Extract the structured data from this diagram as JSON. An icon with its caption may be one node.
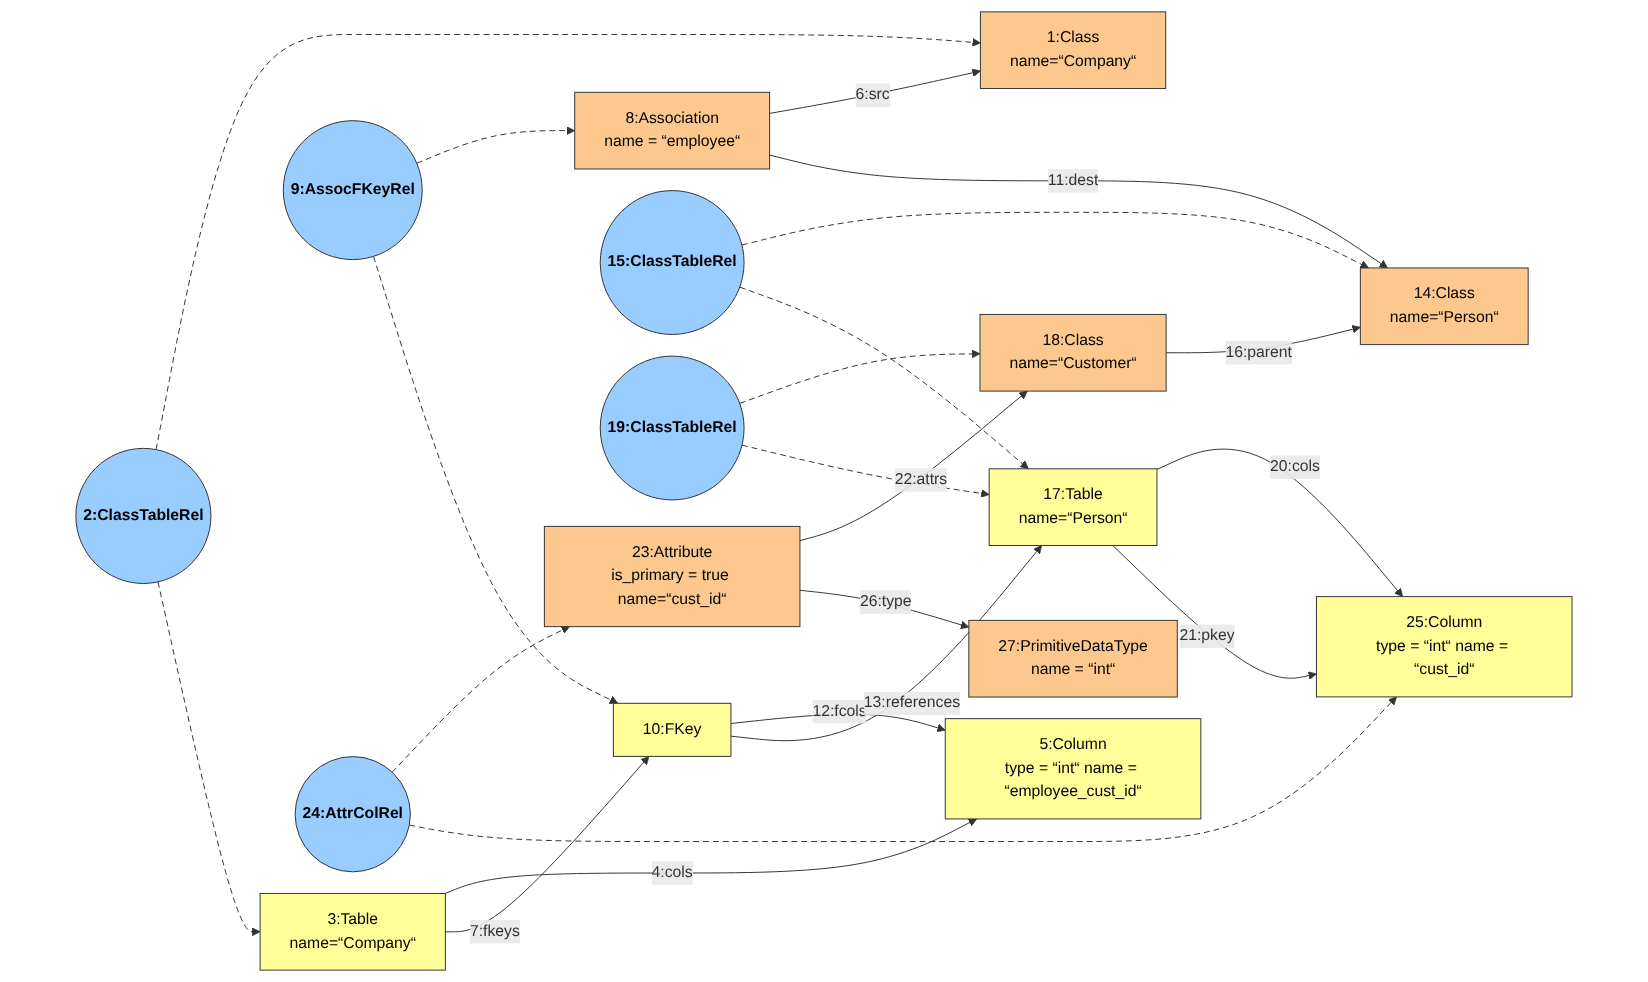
{
  "diagram": {
    "nodes": [
      {
        "text": [
          "1:Class",
          "name=“Company“"
        ]
      },
      {
        "text": [
          "2:ClassTableRel"
        ]
      },
      {
        "text": [
          "3:Table",
          "name=“Company“"
        ]
      },
      {
        "text": [
          "5:Column",
          "type = “int“ name = “employee_cust_id“"
        ]
      },
      {
        "text": [
          "8:Association",
          "name = “employee“"
        ]
      },
      {
        "text": [
          "9:AssocFKeyRel"
        ]
      },
      {
        "text": [
          "10:FKey"
        ]
      },
      {
        "text": [
          "14:Class",
          "name=“Person“"
        ]
      },
      {
        "text": [
          "15:ClassTableRel"
        ]
      },
      {
        "text": [
          "17:Table",
          "name=“Person“"
        ]
      },
      {
        "text": [
          "18:Class",
          "name=“Customer“"
        ]
      },
      {
        "text": [
          "19:ClassTableRel"
        ]
      },
      {
        "text": [
          "23:Attribute",
          "is_primary = true name=“cust_id“"
        ]
      },
      {
        "text": [
          "24:AttrColRel"
        ]
      },
      {
        "text": [
          "25:Column",
          "type = “int“ name = “cust_id“"
        ]
      },
      {
        "text": [
          "27:PrimitiveDataType",
          "name = “int“"
        ]
      }
    ],
    "edges": [
      {
        "from": 1,
        "to": 0,
        "arrow": "to",
        "style": "dashed"
      },
      {
        "from": 1,
        "to": 2,
        "arrow": "to",
        "style": "dashed"
      },
      {
        "from": 2,
        "to": 3,
        "arrow": "to",
        "label": "4:cols"
      },
      {
        "from": 4,
        "to": 0,
        "arrow": "to",
        "label": "6:src"
      },
      {
        "from": 2,
        "to": 6,
        "arrow": "to",
        "label": "7:fkeys"
      },
      {
        "from": 5,
        "to": 4,
        "arrow": "to",
        "style": "dashed"
      },
      {
        "from": 5,
        "to": 6,
        "arrow": "to",
        "style": "dashed"
      },
      {
        "from": 4,
        "to": 7,
        "arrow": "to",
        "label": "11:dest"
      },
      {
        "from": 6,
        "to": 3,
        "arrow": "to",
        "label": "12:fcols"
      },
      {
        "from": 6,
        "to": 9,
        "arrow": "to",
        "label": "13:references"
      },
      {
        "from": 8,
        "to": 7,
        "arrow": "to",
        "style": "dashed"
      },
      {
        "from": 8,
        "to": 9,
        "arrow": "to",
        "style": "dashed"
      },
      {
        "from": 10,
        "to": 7,
        "arrow": "to",
        "label": "16:parent"
      },
      {
        "from": 11,
        "to": 10,
        "arrow": "to",
        "style": "dashed"
      },
      {
        "from": 11,
        "to": 9,
        "arrow": "to",
        "style": "dashed"
      },
      {
        "from": 9,
        "to": 14,
        "arrow": "to",
        "label": "20:cols"
      },
      {
        "from": 9,
        "to": 14,
        "arrow": "to",
        "label": "21:pkey"
      },
      {
        "from": 12,
        "to": 10,
        "arrow": "to",
        "label": "22:attrs"
      },
      {
        "from": 13,
        "to": 12,
        "arrow": "to",
        "style": "dashed"
      },
      {
        "from": 13,
        "to": 14,
        "arrow": "to",
        "style": "dashed"
      },
      {
        "from": 12,
        "to": 15,
        "arrow": "to",
        "label": "26:type"
      }
    ]
  }
}
